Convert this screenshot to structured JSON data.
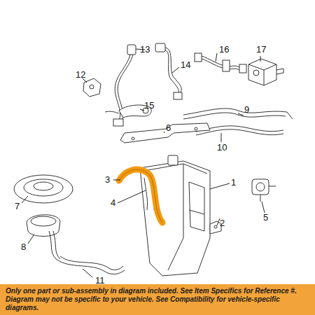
{
  "diagram": {
    "nodes": [
      {
        "text": [
          "Only one part or sub-assembly in diagram included. See Item Specifics for Reference #. Diagram may not be specific to your vehicle. See Compatibility for vehicle-specific diagrams."
        ]
      }
    ],
    "labels": [
      "13",
      "14",
      "12",
      "15",
      "16",
      "17",
      "9",
      "10",
      "6",
      "7",
      "3",
      "4",
      "1",
      "2",
      "5",
      "8",
      "11"
    ]
  }
}
